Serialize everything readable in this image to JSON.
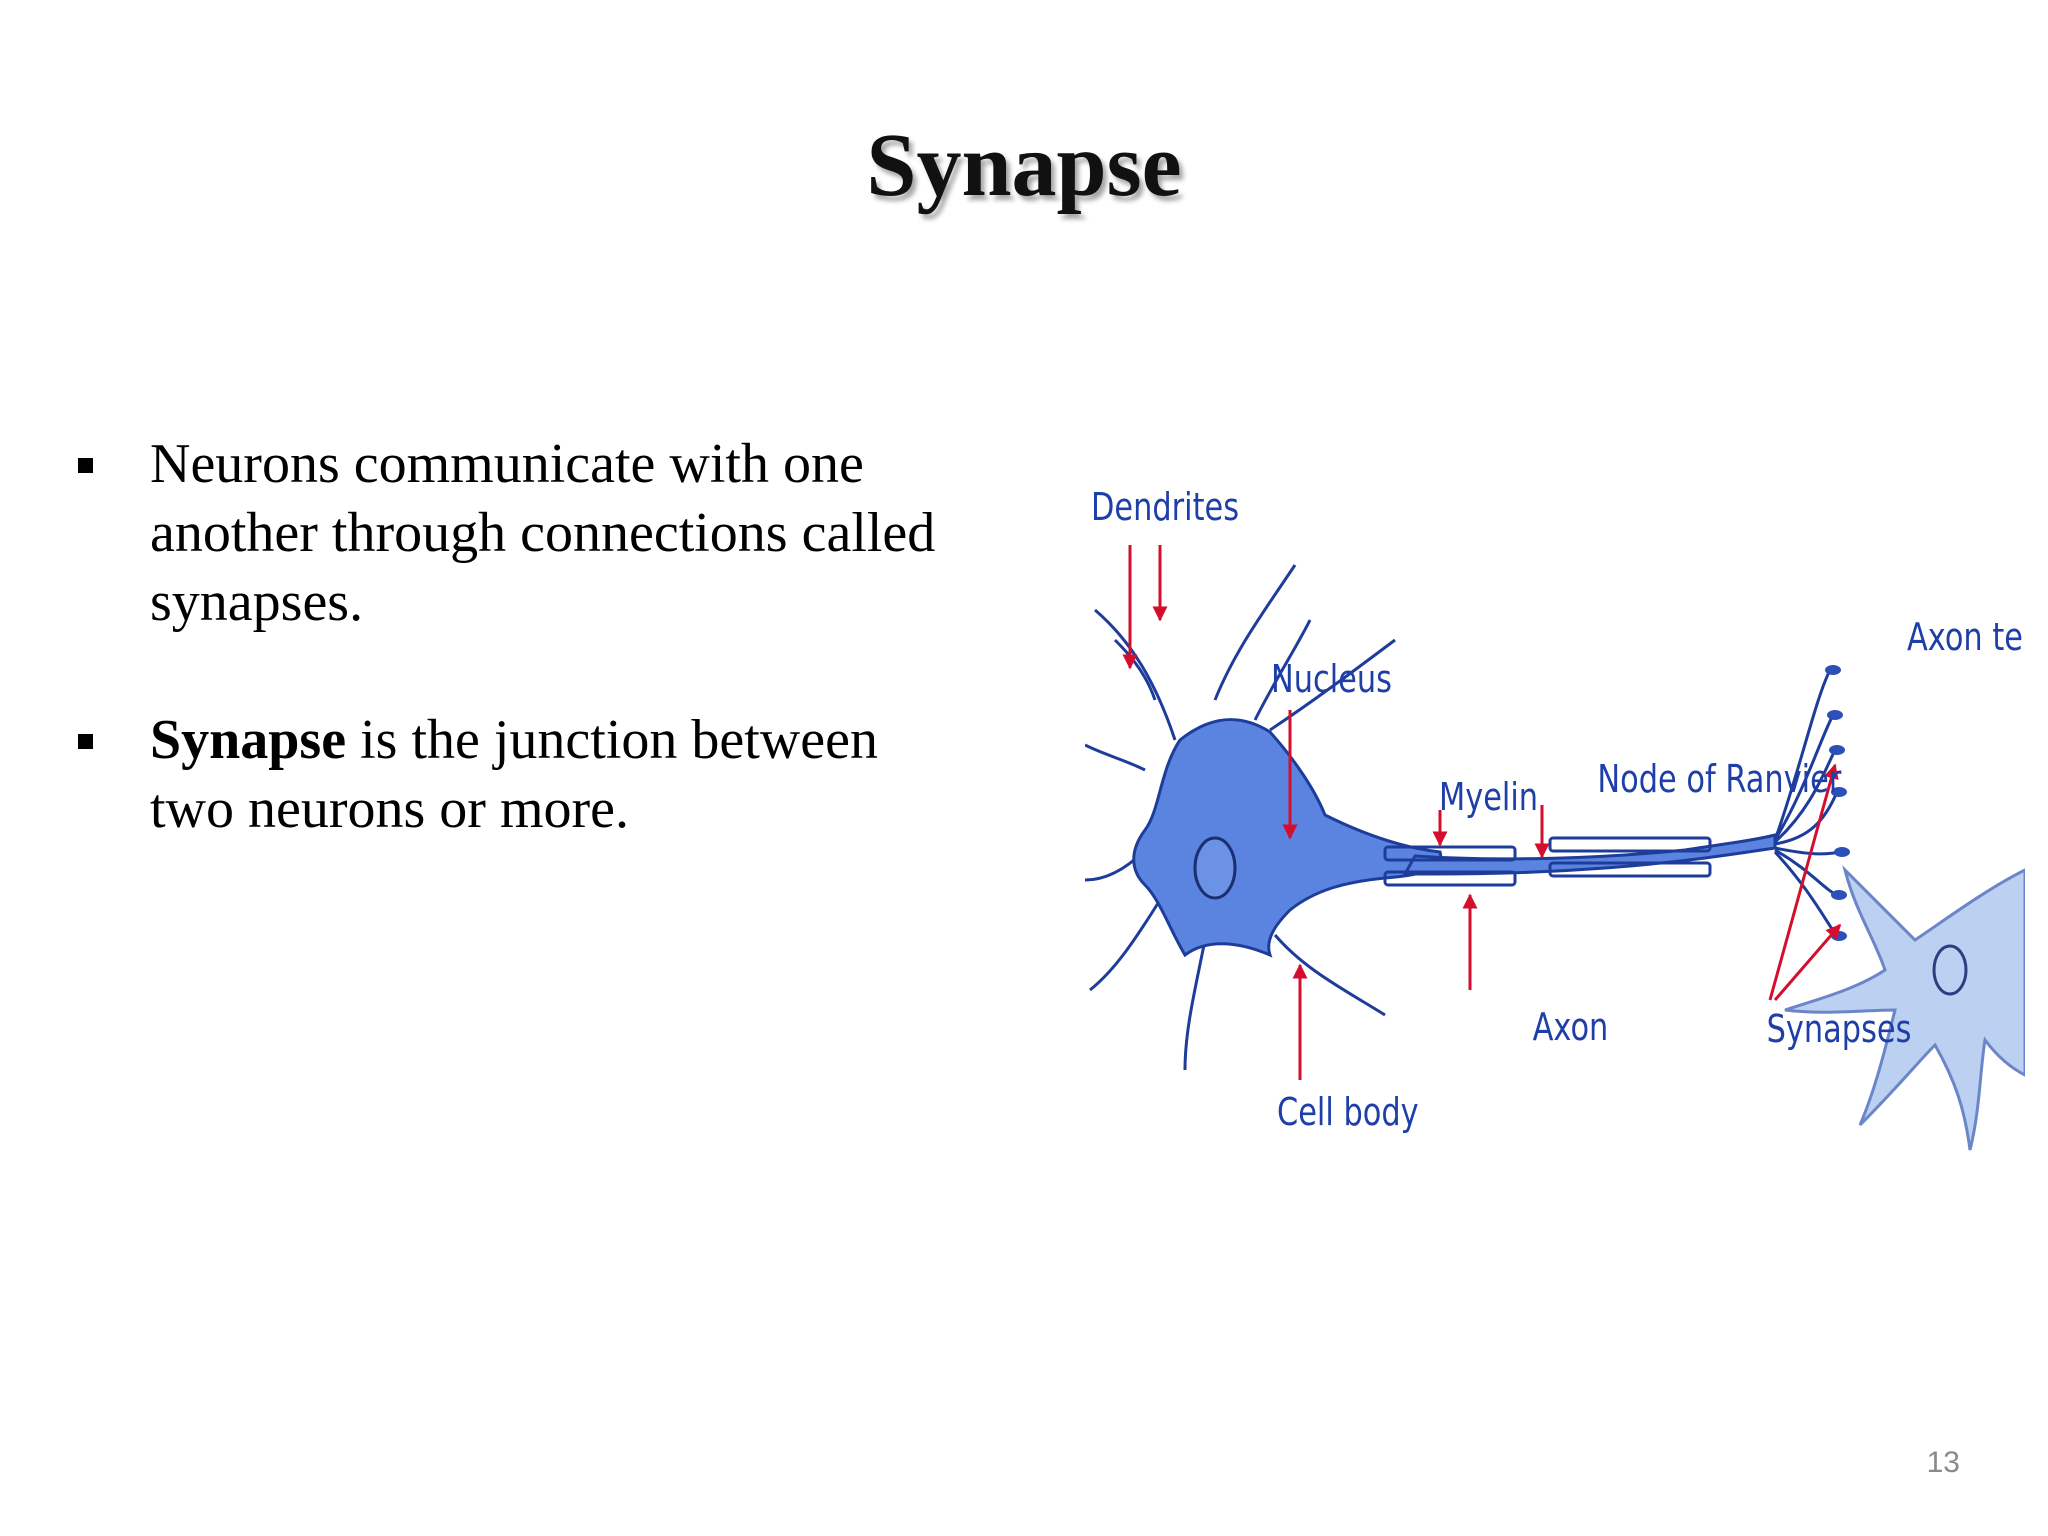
{
  "slide": {
    "title": "Synapse",
    "bullets": [
      {
        "bold": "",
        "text": "Neurons communicate with one another through connections called synapses."
      },
      {
        "bold": "Synapse",
        "text": " is the junction between two neurons or more."
      }
    ],
    "page_number": "13"
  },
  "diagram": {
    "labels": {
      "dendrites": "Dendrites",
      "nucleus": "Nucleus",
      "myelin": "Myelin",
      "node_of_ranvier": "Node of Ranvier",
      "axon_terminals": "Axon terminals",
      "axon": "Axon",
      "synapses": "Synapses",
      "cell_body": "Cell body"
    },
    "colors": {
      "neuron_fill": "#5a84e0",
      "neuron_stroke": "#1e3d9a",
      "second_neuron_fill": "#bcd0f2",
      "arrow": "#d40f2e",
      "label": "#1f3fa8"
    }
  }
}
